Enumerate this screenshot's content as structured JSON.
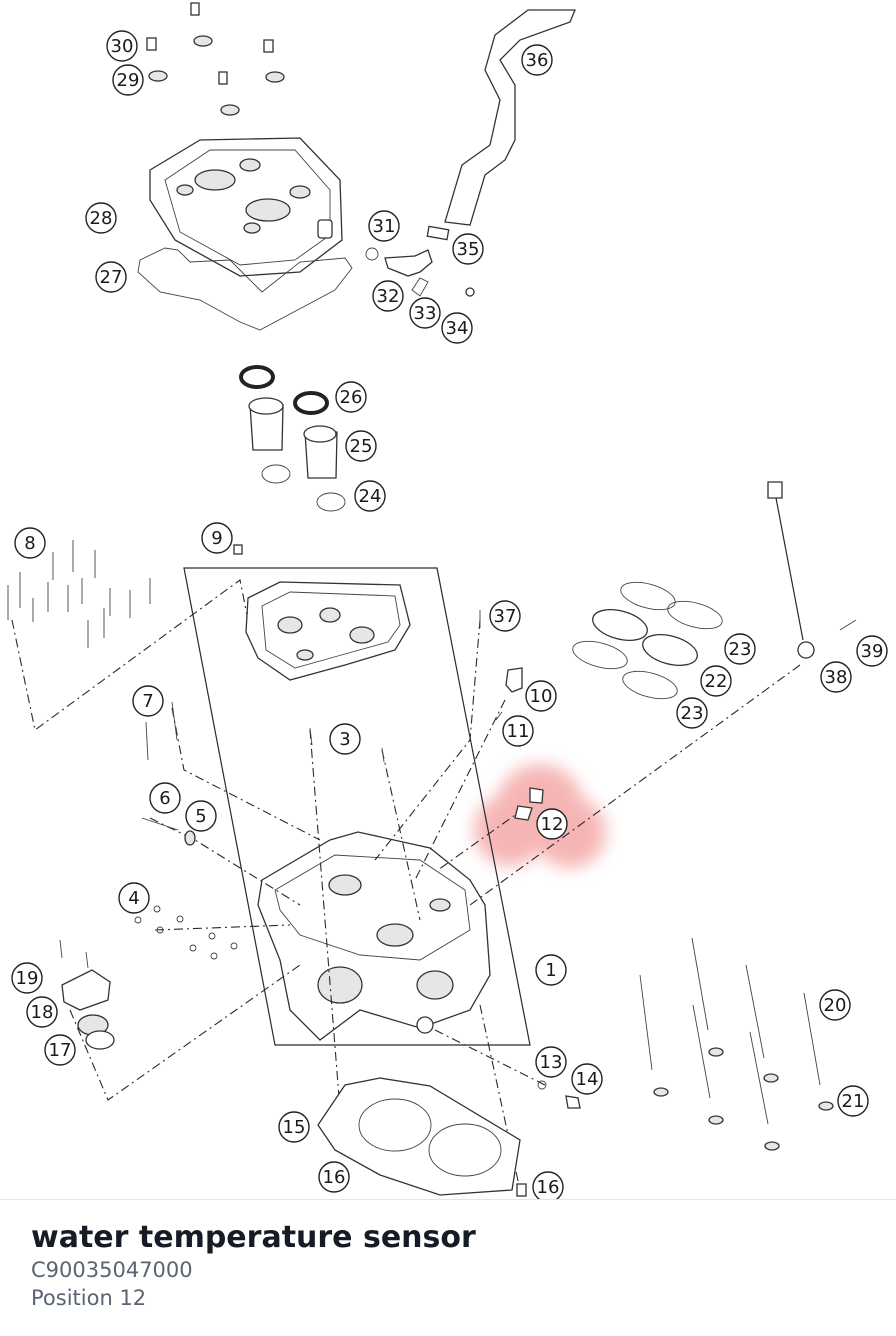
{
  "part": {
    "name": "water temperature sensor",
    "number": "C90035047000",
    "position_label": "Position 12"
  },
  "highlight": {
    "callout": "12",
    "color": "#f07a7a"
  },
  "callouts": [
    "1",
    "3",
    "4",
    "5",
    "6",
    "7",
    "8",
    "9",
    "10",
    "11",
    "12",
    "13",
    "14",
    "15",
    "16",
    "16",
    "17",
    "18",
    "19",
    "20",
    "21",
    "22",
    "23",
    "23",
    "24",
    "25",
    "26",
    "27",
    "28",
    "29",
    "30",
    "31",
    "32",
    "33",
    "34",
    "35",
    "36",
    "37",
    "38",
    "39"
  ]
}
